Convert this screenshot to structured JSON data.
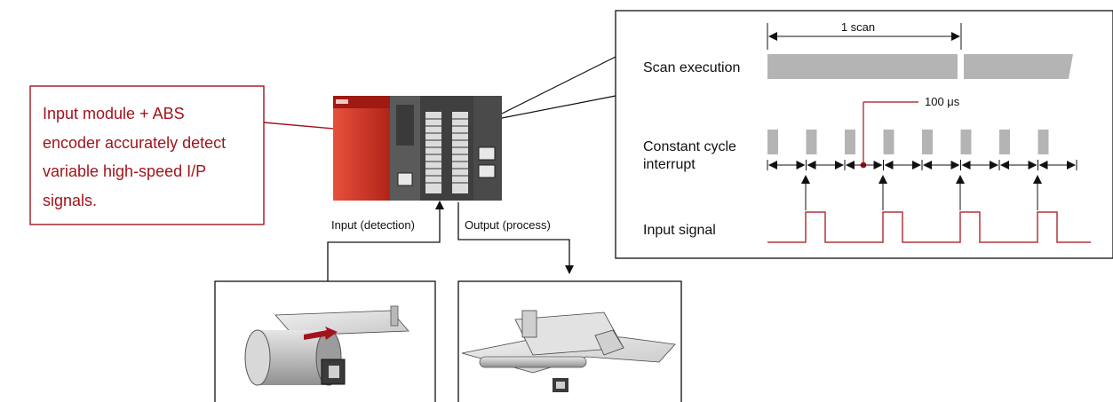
{
  "callout": {
    "lines": [
      "Input module + ABS",
      "encoder accurately detect",
      "variable high-speed I/P",
      "signals."
    ]
  },
  "io_labels": {
    "input": "Input (detection)",
    "output": "Output (process)"
  },
  "timing": {
    "scan_label": "1 scan",
    "scan_execution_label": "Scan execution",
    "interrupt_label_line1": "Constant cycle",
    "interrupt_label_line2": "interrupt",
    "interval_label": "100 μs",
    "input_signal_label": "Input signal",
    "interrupt_pulse_count": 8,
    "input_pulse_count": 4
  },
  "colors": {
    "accent_red": "#a2141c",
    "signal_red": "#b2353a",
    "gray_bar": "#b4b4b4",
    "plc_red": "#d63a2c",
    "plc_dark": "#4a4a4a"
  },
  "icons": {
    "plc": "plc-module-icon",
    "left_machine": "roll-feeder-icon",
    "right_machine": "web-process-icon"
  }
}
